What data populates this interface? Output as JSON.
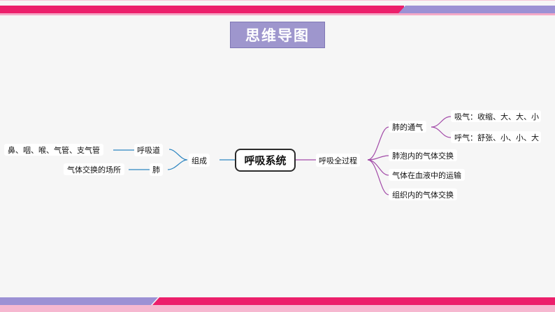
{
  "title": "思维导图",
  "center": "呼吸系统",
  "left": {
    "branch": "组成",
    "sub1": {
      "label": "呼吸道",
      "detail": "鼻、咽、喉、气管、支气管"
    },
    "sub2": {
      "label": "肺",
      "detail": "气体交换的场所"
    }
  },
  "right": {
    "branch": "呼吸全过程",
    "items": [
      "肺的通气",
      "肺泡内的气体交换",
      "气体在血液中的运输",
      "组织内的气体交换"
    ],
    "ventilation": [
      "吸气：收缩、大、大、小",
      "呼气：舒张、小、小、大"
    ]
  },
  "colors": {
    "accent_pink": "#ec1f6b",
    "accent_purple": "#9c91d4",
    "title_bg": "#9e96cd",
    "left_links": "#2e86c1",
    "right_links": "#a24aa8"
  }
}
